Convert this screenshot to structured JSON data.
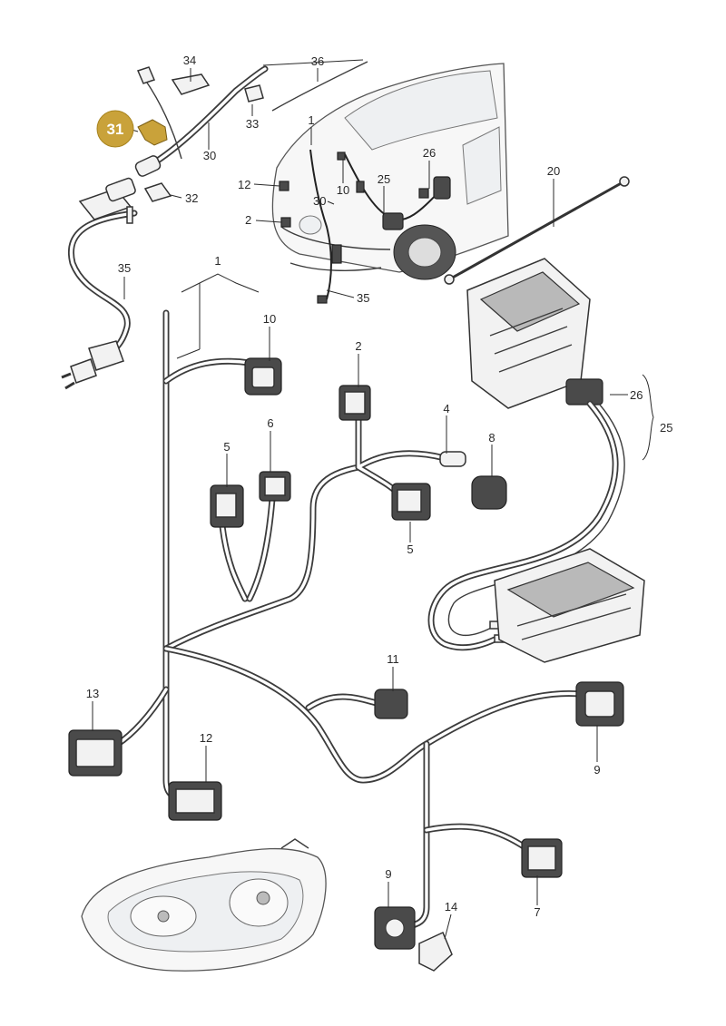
{
  "highlight": {
    "label": "31",
    "color": "#c9a23a"
  },
  "callouts": [
    {
      "id": "34",
      "text": "34"
    },
    {
      "id": "36",
      "text": "36"
    },
    {
      "id": "31",
      "text": "31"
    },
    {
      "id": "33",
      "text": "33"
    },
    {
      "id": "30a",
      "text": "30"
    },
    {
      "id": "32",
      "text": "32"
    },
    {
      "id": "1a",
      "text": "1"
    },
    {
      "id": "26a",
      "text": "26"
    },
    {
      "id": "12a",
      "text": "12"
    },
    {
      "id": "10a",
      "text": "10"
    },
    {
      "id": "25a",
      "text": "25"
    },
    {
      "id": "30b",
      "text": "30"
    },
    {
      "id": "2a",
      "text": "2"
    },
    {
      "id": "20",
      "text": "20"
    },
    {
      "id": "35a",
      "text": "35"
    },
    {
      "id": "35b",
      "text": "35"
    },
    {
      "id": "1b",
      "text": "1"
    },
    {
      "id": "10b",
      "text": "10"
    },
    {
      "id": "2b",
      "text": "2"
    },
    {
      "id": "6",
      "text": "6"
    },
    {
      "id": "4",
      "text": "4"
    },
    {
      "id": "5a",
      "text": "5"
    },
    {
      "id": "8",
      "text": "8"
    },
    {
      "id": "5b",
      "text": "5"
    },
    {
      "id": "26b",
      "text": "26"
    },
    {
      "id": "25b",
      "text": "25"
    },
    {
      "id": "11",
      "text": "11"
    },
    {
      "id": "13",
      "text": "13"
    },
    {
      "id": "12b",
      "text": "12"
    },
    {
      "id": "9a",
      "text": "9"
    },
    {
      "id": "9b",
      "text": "9"
    },
    {
      "id": "14",
      "text": "14"
    },
    {
      "id": "7",
      "text": "7"
    }
  ]
}
